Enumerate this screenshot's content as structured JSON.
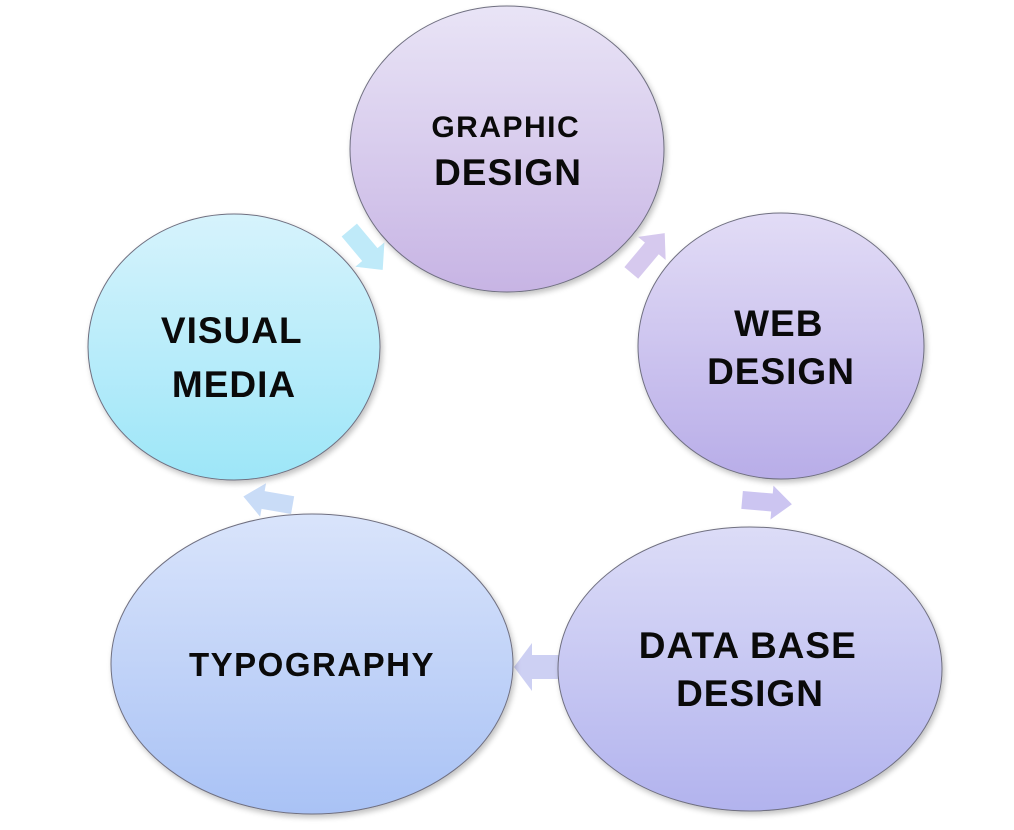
{
  "diagram": {
    "nodes": [
      {
        "id": "graphic",
        "lines": [
          "GRAPHIC",
          "DESIGN"
        ],
        "fill_top": "#e9e4f6",
        "fill_bottom": "#c7b4e4"
      },
      {
        "id": "web",
        "lines": [
          "WEB",
          "DESIGN"
        ],
        "fill_top": "#e2dcf6",
        "fill_bottom": "#b8ade8"
      },
      {
        "id": "database",
        "lines": [
          "DATA BASE",
          "DESIGN"
        ],
        "fill_top": "#dcdcf7",
        "fill_bottom": "#b2b3ee"
      },
      {
        "id": "typography",
        "lines": [
          "TYPOGRAPHY"
        ],
        "fill_top": "#d9e4fb",
        "fill_bottom": "#a9c2f5"
      },
      {
        "id": "visual",
        "lines": [
          "VISUAL",
          "MEDIA"
        ],
        "fill_top": "#d6f3fc",
        "fill_bottom": "#9de6f8"
      }
    ],
    "arrows": [
      {
        "from": "graphic",
        "to": "web",
        "color": "#d6c9ee"
      },
      {
        "from": "web",
        "to": "database",
        "color": "#ccc5f1"
      },
      {
        "from": "database",
        "to": "typography",
        "color": "#cdd0f3"
      },
      {
        "from": "typography",
        "to": "visual",
        "color": "#c9dcf7"
      },
      {
        "from": "visual",
        "to": "graphic",
        "color": "#bfeaf9"
      }
    ]
  }
}
